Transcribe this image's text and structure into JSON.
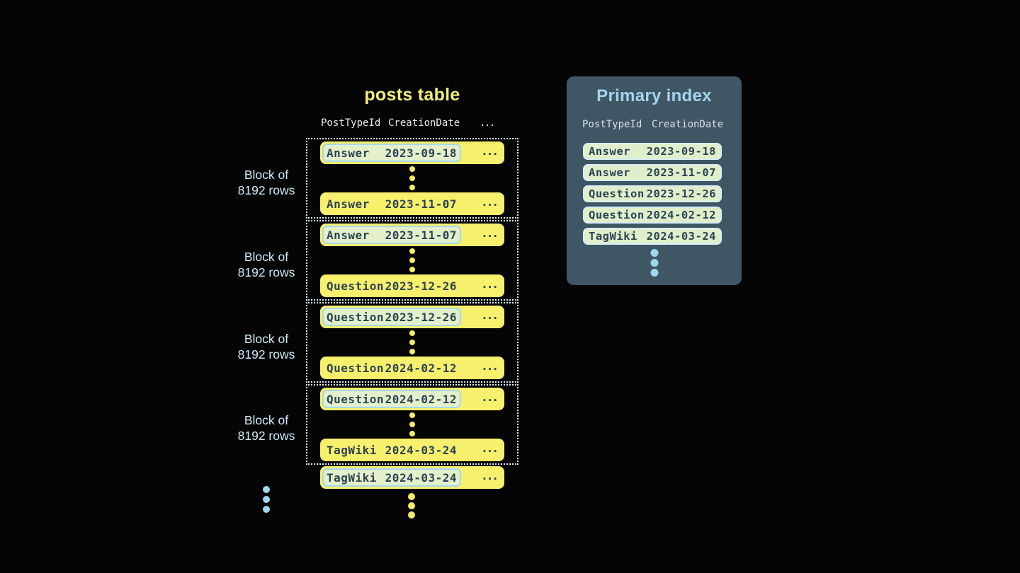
{
  "colors": {
    "background": "#050505",
    "row_yellow": "#f7f06d",
    "posts_title_yellow": "#f1ee7c",
    "dark_text": "#2c4255",
    "highlight_chip_bg": "#e3f0cb",
    "highlight_chip_border": "#a6d8ec",
    "index_chip_bg": "#e0efca",
    "index_chip_border": "#d8edf6",
    "block_dotted_border": "#dbeffa",
    "panel_bg": "#3f5665",
    "panel_title_blue": "#a6d4ec",
    "label_blue": "#cdeaf8",
    "blue_dots": "#9fd8ee",
    "yellow_dots": "#f3ec67"
  },
  "posts_table": {
    "title": "posts table",
    "headers": [
      "PostTypeId",
      "CreationDate",
      "..."
    ],
    "row_ellipsis": "...",
    "block_label": {
      "line1": "Block of",
      "line2": "8192 rows"
    },
    "blocks": [
      {
        "first": {
          "post_type": "Answer",
          "creation_date": "2023-09-18"
        },
        "last": {
          "post_type": "Answer",
          "creation_date": "2023-11-07"
        }
      },
      {
        "first": {
          "post_type": "Answer",
          "creation_date": "2023-11-07"
        },
        "last": {
          "post_type": "Question",
          "creation_date": "2023-12-26"
        }
      },
      {
        "first": {
          "post_type": "Question",
          "creation_date": "2023-12-26"
        },
        "last": {
          "post_type": "Question",
          "creation_date": "2024-02-12"
        }
      },
      {
        "first": {
          "post_type": "Question",
          "creation_date": "2024-02-12"
        },
        "last": {
          "post_type": "TagWiki",
          "creation_date": "2024-03-24"
        }
      }
    ],
    "next_block_first_row": {
      "post_type": "TagWiki",
      "creation_date": "2024-03-24"
    }
  },
  "primary_index": {
    "title": "Primary index",
    "headers": [
      "PostTypeId",
      "CreationDate"
    ],
    "rows": [
      {
        "post_type": "Answer",
        "creation_date": "2023-09-18"
      },
      {
        "post_type": "Answer",
        "creation_date": "2023-11-07"
      },
      {
        "post_type": "Question",
        "creation_date": "2023-12-26"
      },
      {
        "post_type": "Question",
        "creation_date": "2024-02-12"
      },
      {
        "post_type": "TagWiki",
        "creation_date": "2024-03-24"
      }
    ]
  }
}
